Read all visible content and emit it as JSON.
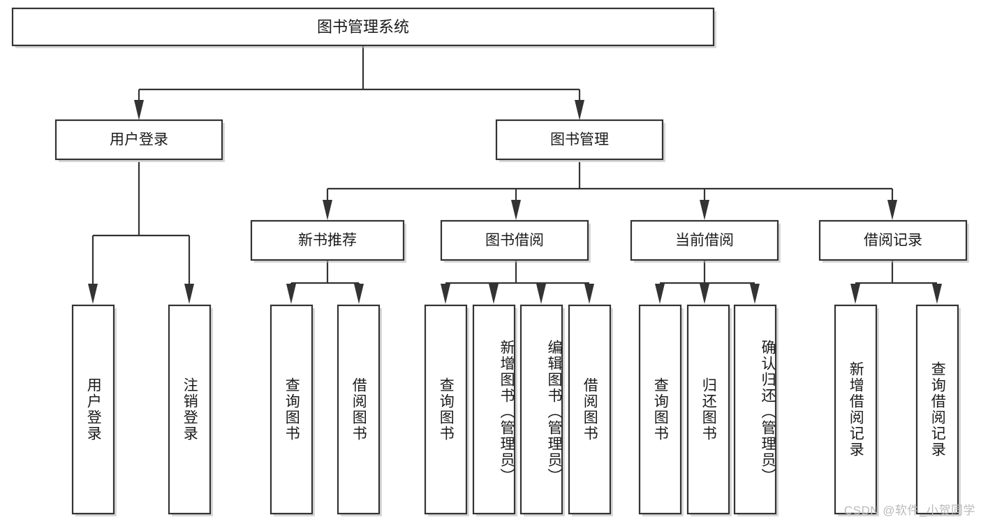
{
  "diagram": {
    "title": "图书管理系统",
    "type": "hierarchy-tree",
    "orientation": "top-down",
    "levels": 3,
    "colors": {
      "box_fill": "#ffffff",
      "box_stroke": "#333333",
      "text": "#1a1a1a",
      "watermark": "#b9b9b9"
    },
    "root": {
      "label": "图书管理系统"
    },
    "level2": [
      {
        "label": "用户登录"
      },
      {
        "label": "图书管理"
      }
    ],
    "level3": [
      {
        "label": "新书推荐"
      },
      {
        "label": "图书借阅"
      },
      {
        "label": "当前借阅"
      },
      {
        "label": "借阅记录"
      }
    ],
    "groups": [
      {
        "parent": "用户登录",
        "leaves": [
          {
            "label": "用户登录"
          },
          {
            "label": "注销登录"
          }
        ]
      },
      {
        "parent": "新书推荐",
        "leaves": [
          {
            "label": "查询图书"
          },
          {
            "label": "借阅图书"
          }
        ]
      },
      {
        "parent": "图书借阅",
        "leaves": [
          {
            "label": "查询图书"
          },
          {
            "label": "新增图书（管理员）"
          },
          {
            "label": "编辑图书（管理员）"
          },
          {
            "label": "借阅图书"
          }
        ]
      },
      {
        "parent": "当前借阅",
        "leaves": [
          {
            "label": "查询图书"
          },
          {
            "label": "归还图书"
          },
          {
            "label": "确认归还（管理员）"
          }
        ]
      },
      {
        "parent": "借阅记录",
        "leaves": [
          {
            "label": "新增借阅记录"
          },
          {
            "label": "查询借阅记录"
          }
        ]
      }
    ]
  },
  "watermark": {
    "text": "CSDN @软件_小贺同学"
  }
}
